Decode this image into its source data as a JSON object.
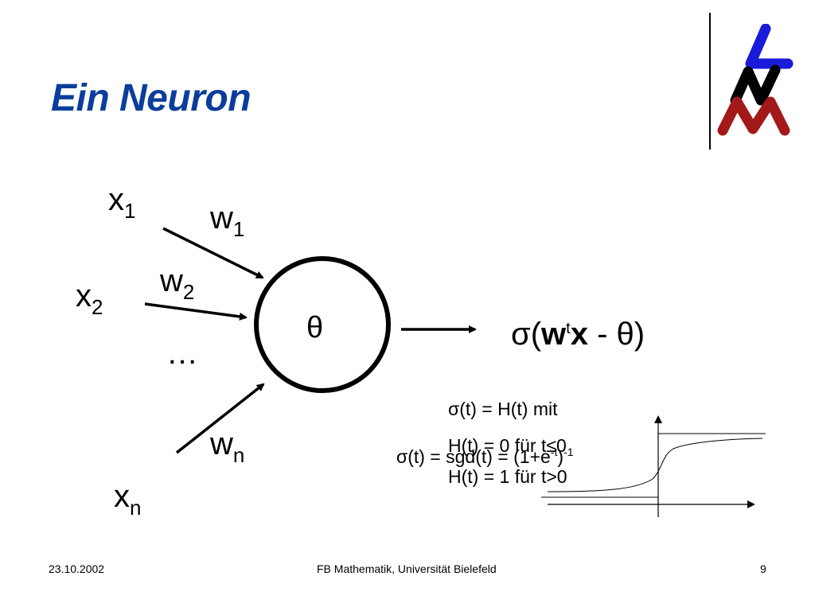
{
  "slide": {
    "title": "Ein Neuron",
    "neuron": {
      "threshold": "θ",
      "inputs": [
        {
          "x": "x",
          "x_sub": "1",
          "w": "w",
          "w_sub": "1"
        },
        {
          "x": "x",
          "x_sub": "2",
          "w": "w",
          "w_sub": "2"
        },
        {
          "x": "x",
          "x_sub": "n",
          "w": "w",
          "w_sub": "n"
        }
      ],
      "ellipsis": "…"
    },
    "output": {
      "open": "σ(",
      "w": "w",
      "t": "t",
      "x": "x",
      "rest": " - θ)"
    },
    "definition": {
      "line1": "σ(t) = H(t) mit",
      "line2": "H(t) = 0 für t≤0",
      "line3": "H(t) = 1 für t>0",
      "overlay_main": "σ(t) = sgd(t) = (1+e",
      "overlay_sup": "-t",
      "overlay_close": ")",
      "overlay_exp": "-1"
    },
    "footer": {
      "date": "23.10.2002",
      "center": "FB Mathematik, Universität Bielefeld",
      "page": "9"
    },
    "colors": {
      "title": "#0a3d9c",
      "logo_blue": "#1a1adb",
      "logo_black": "#000000",
      "logo_red": "#a31818"
    },
    "icons": [
      "university-logo"
    ]
  }
}
